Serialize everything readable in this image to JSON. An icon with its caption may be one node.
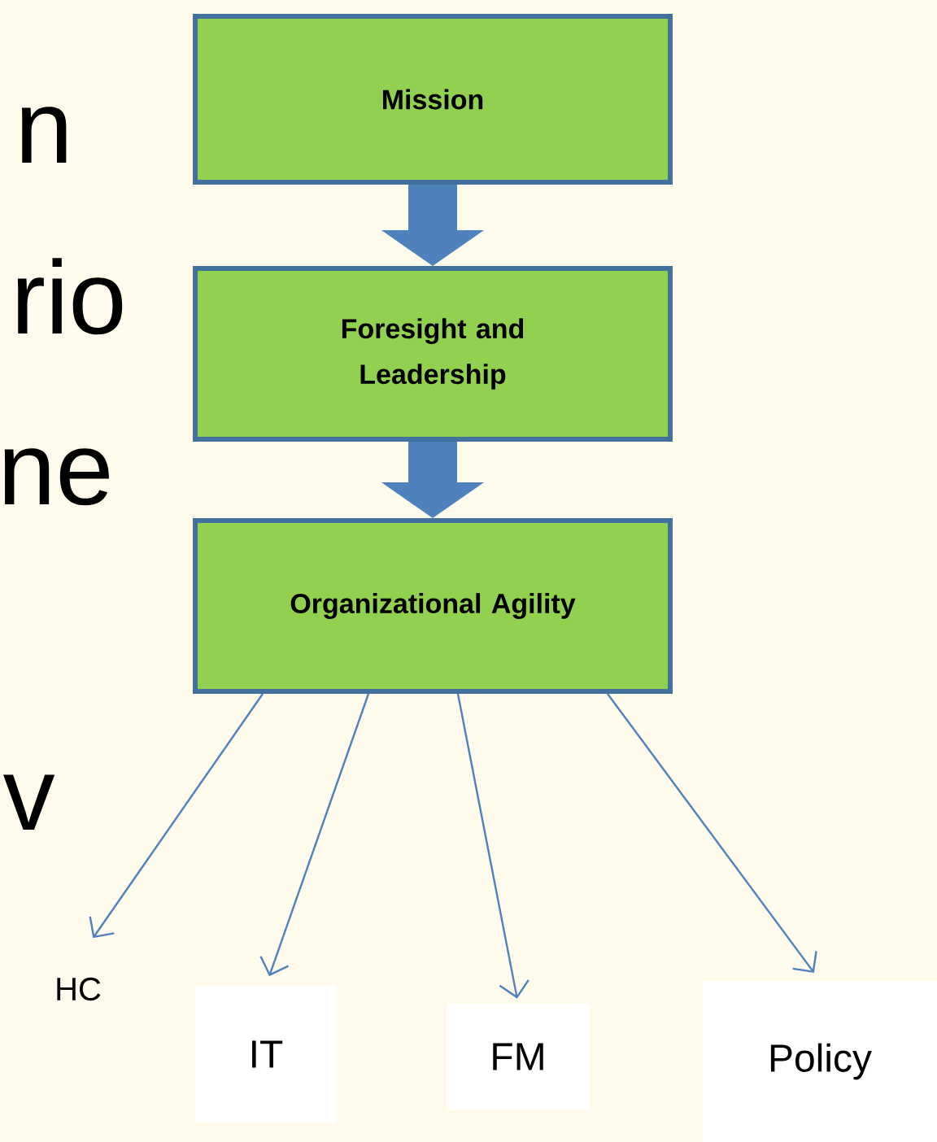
{
  "diagram": {
    "nodes": [
      {
        "text": [
          "Mission"
        ]
      },
      {
        "text": [
          "Foresight and Leadership"
        ]
      },
      {
        "text": [
          "Organizational Agility"
        ]
      },
      {
        "text": [
          "HC"
        ]
      },
      {
        "text": [
          "IT"
        ]
      },
      {
        "text": [
          "FM"
        ]
      },
      {
        "text": [
          "Policy"
        ]
      }
    ],
    "edges": [
      {
        "from": 0,
        "to": 1,
        "arrow": "to",
        "style": "thick"
      },
      {
        "from": 1,
        "to": 2,
        "arrow": "to",
        "style": "thick"
      },
      {
        "from": 2,
        "to": 3,
        "arrow": "to"
      },
      {
        "from": 2,
        "to": 4,
        "arrow": "to"
      },
      {
        "from": 2,
        "to": 5,
        "arrow": "to"
      },
      {
        "from": 2,
        "to": 6,
        "arrow": "to"
      }
    ],
    "labels": [
      "n",
      "rio",
      "ne",
      "v"
    ]
  }
}
